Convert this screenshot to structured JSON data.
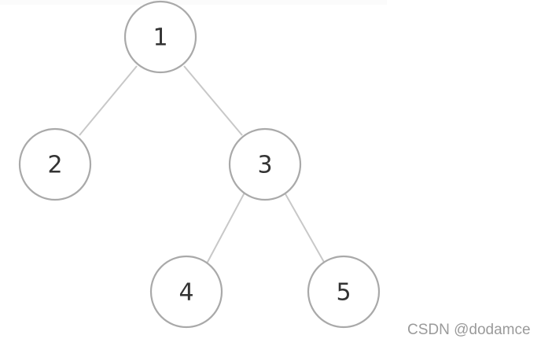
{
  "tree": {
    "nodes": [
      {
        "id": "n1",
        "label": "1"
      },
      {
        "id": "n2",
        "label": "2"
      },
      {
        "id": "n3",
        "label": "3"
      },
      {
        "id": "n4",
        "label": "4"
      },
      {
        "id": "n5",
        "label": "5"
      }
    ],
    "edges": [
      {
        "from": "n1",
        "to": "n2"
      },
      {
        "from": "n1",
        "to": "n3"
      },
      {
        "from": "n3",
        "to": "n4"
      },
      {
        "from": "n3",
        "to": "n5"
      }
    ]
  },
  "watermark": "CSDN @dodamce"
}
